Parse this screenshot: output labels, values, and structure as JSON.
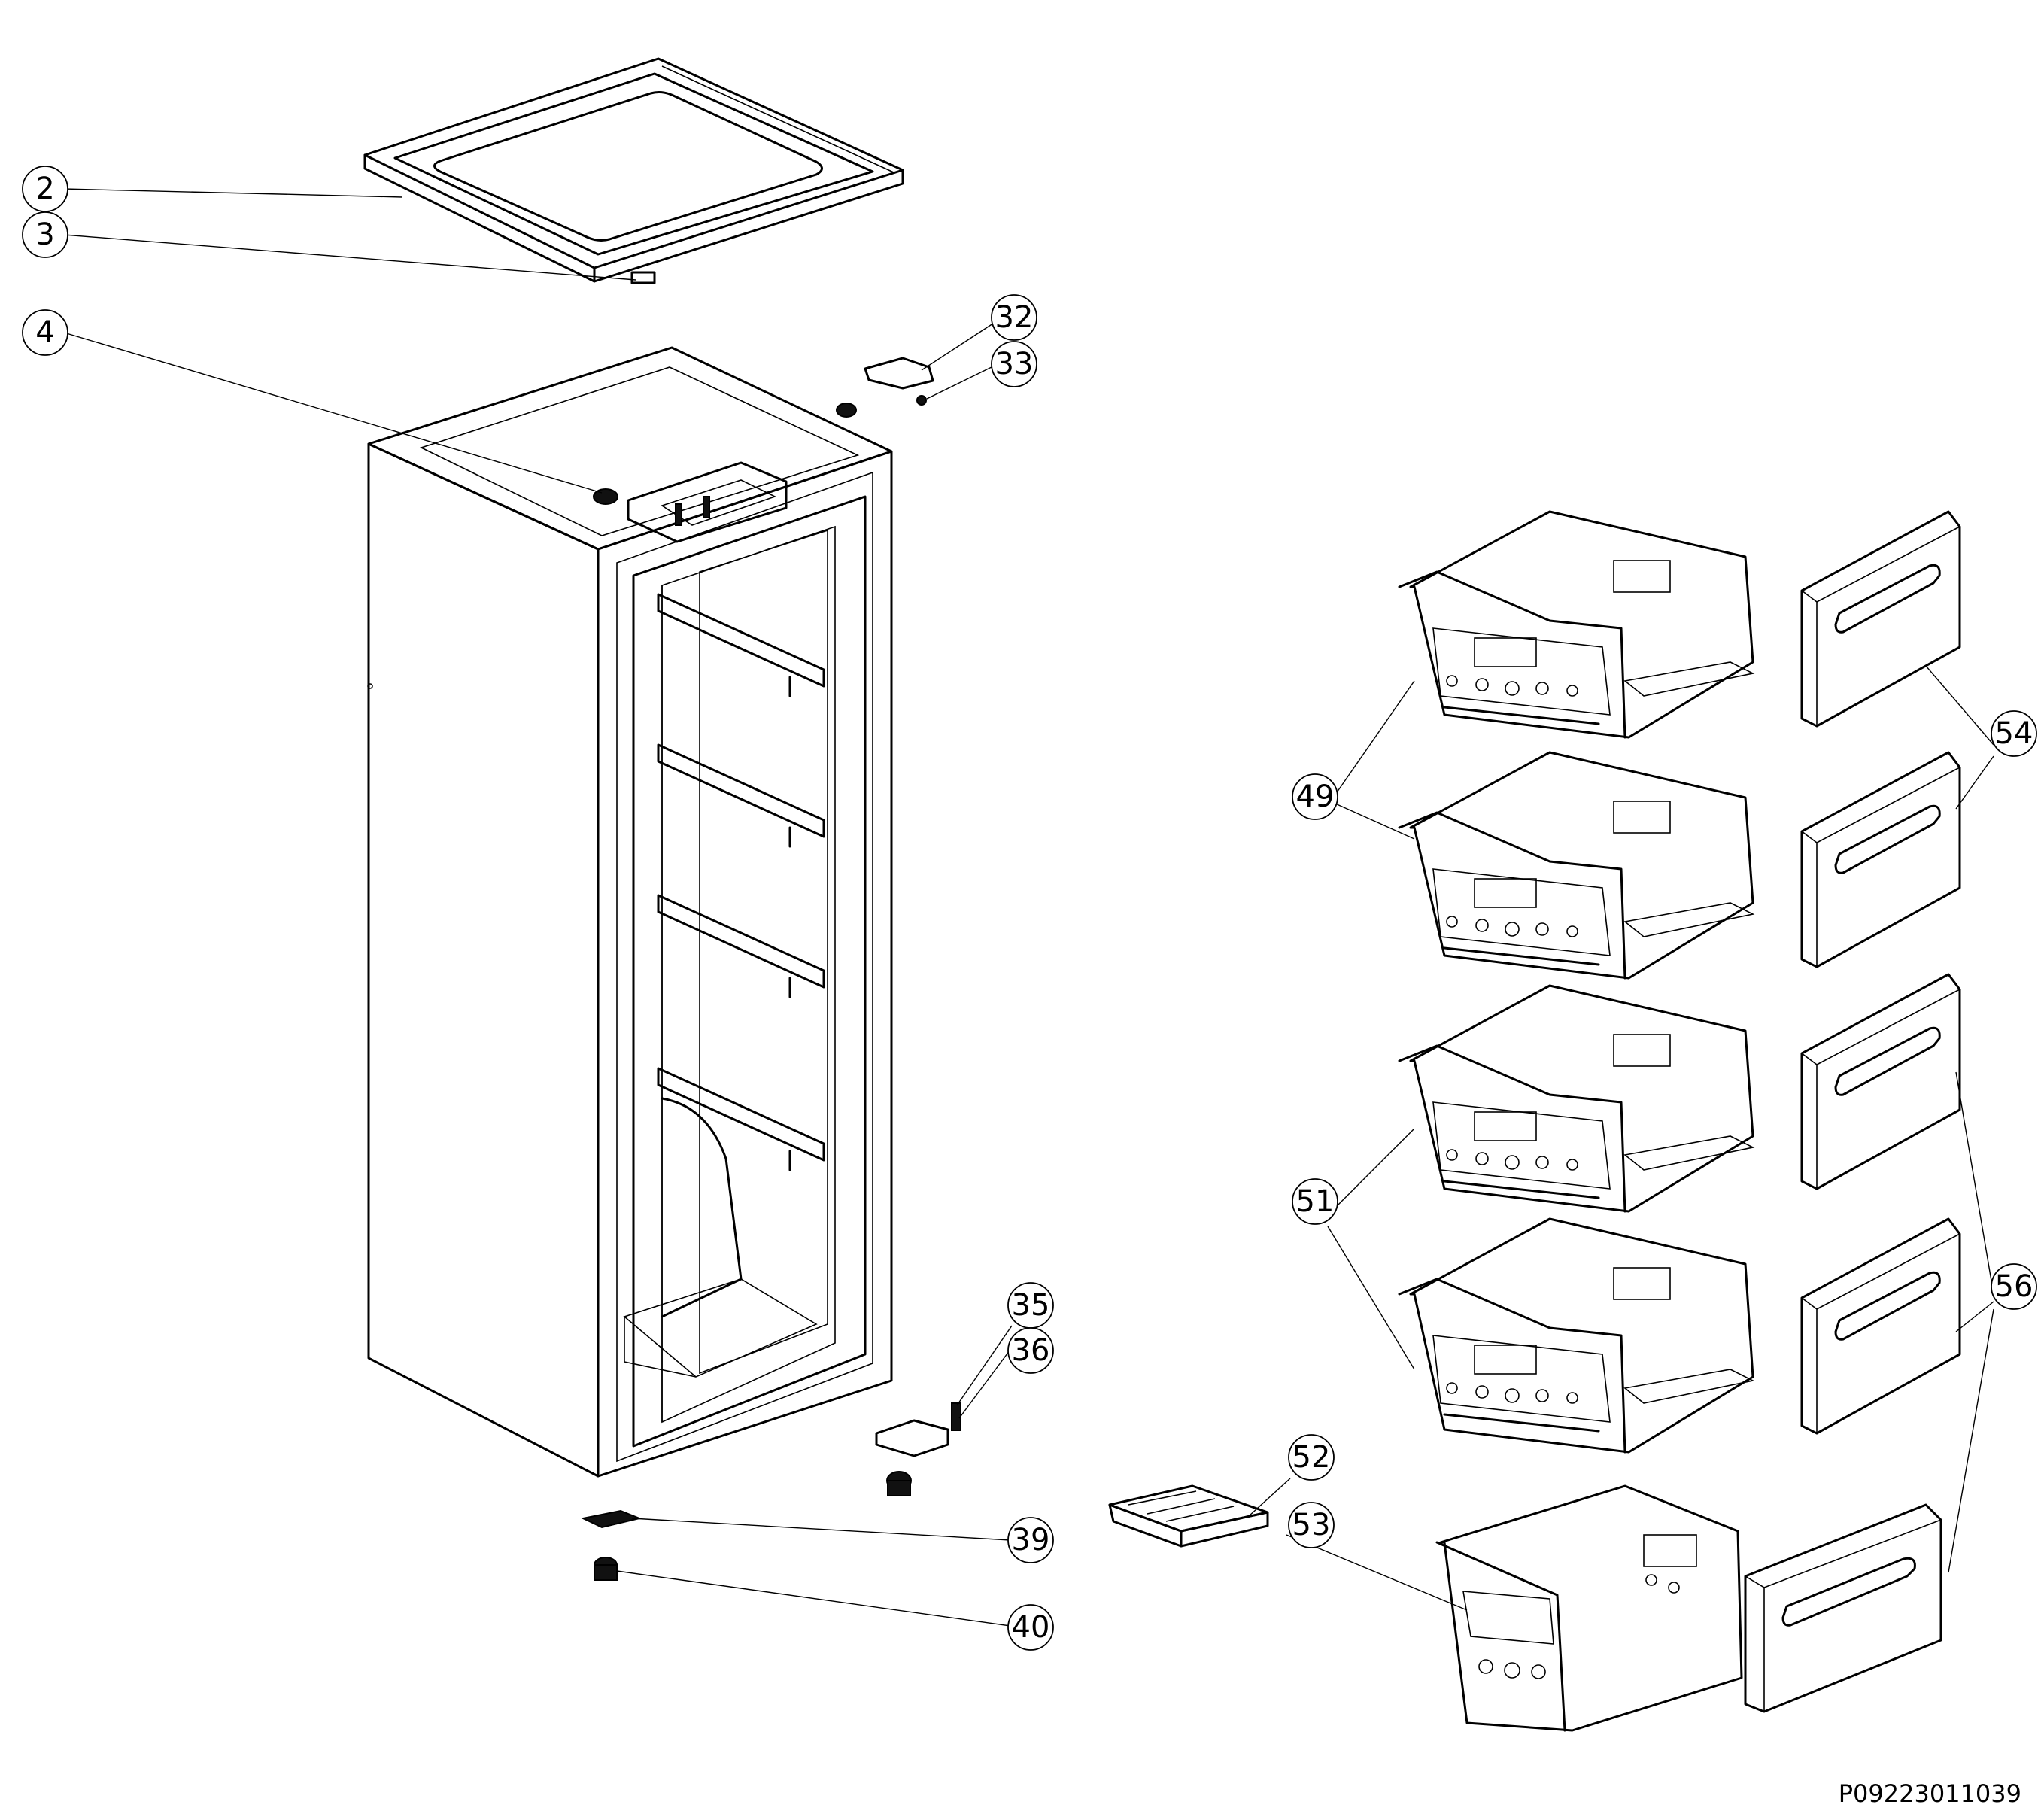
{
  "callouts": [
    "2",
    "3",
    "4",
    "32",
    "33",
    "35",
    "36",
    "39",
    "40",
    "49",
    "51",
    "52",
    "53",
    "54",
    "56"
  ],
  "drawing_code": "P09223011039"
}
